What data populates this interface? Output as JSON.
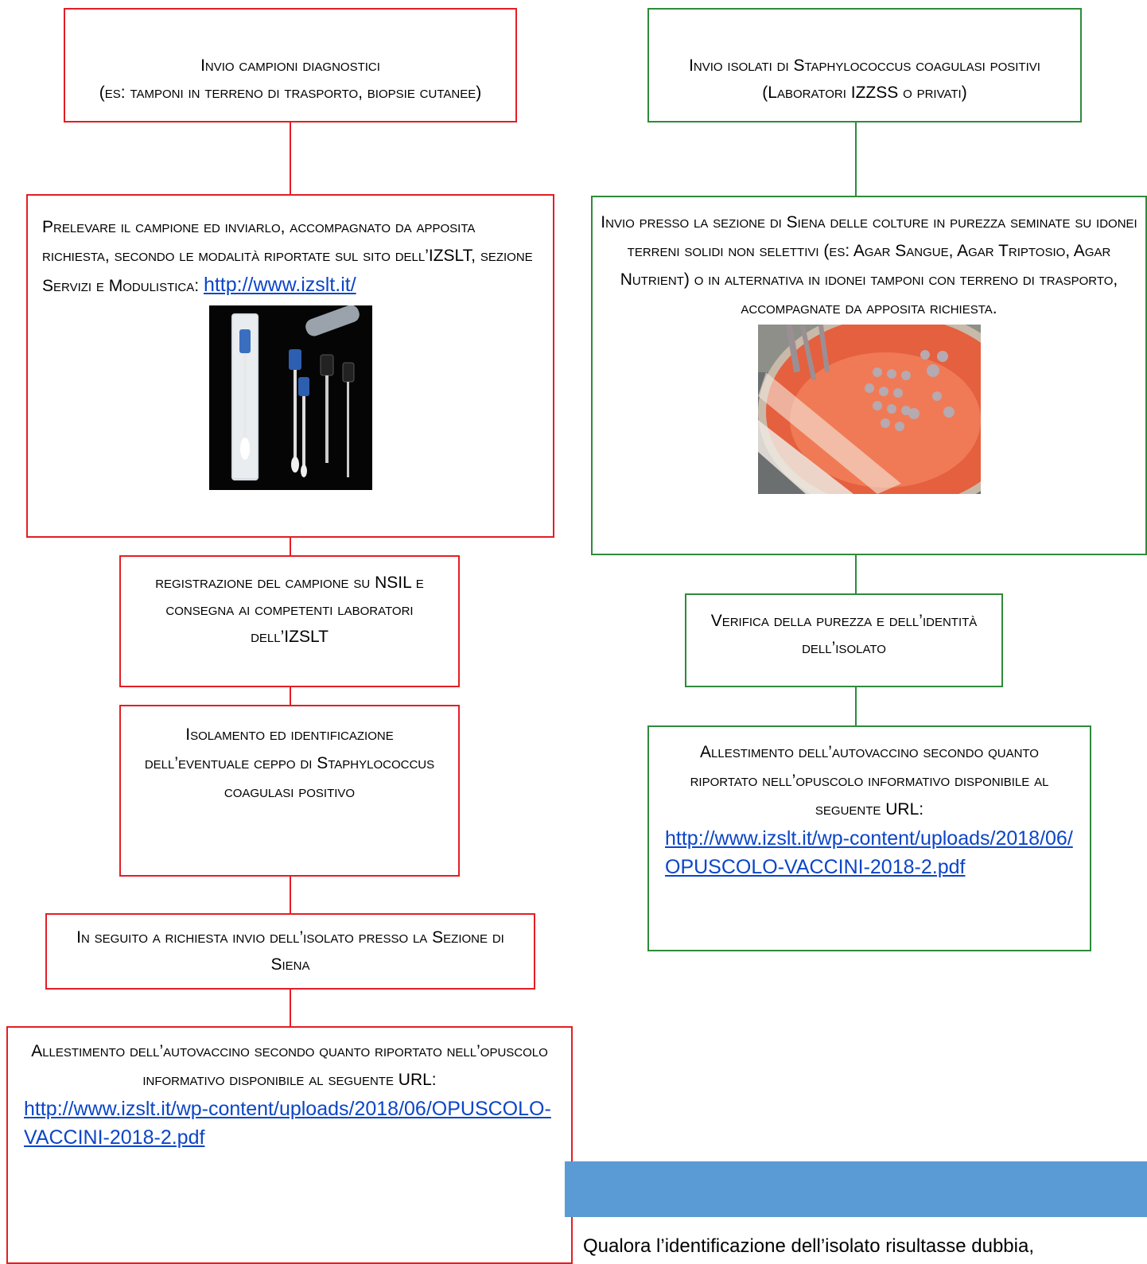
{
  "left": {
    "box1": {
      "text": "Invio campioni diagnostici\n(es: tamponi in terreno di trasporto, biopsie cutanee)"
    },
    "box2": {
      "text": "Prelevare il campione ed inviarlo, accompagnato da apposita richiesta, secondo le modalità riportate sul sito dell’IZSLT, sezione Servizi e Modulistica: ",
      "link": "http://www.izslt.it/"
    },
    "box3": {
      "text": "registrazione del campione su NSIL e consegna ai competenti laboratori dell’IZSLT"
    },
    "box4": {
      "text": "Isolamento ed identificazione dell’eventuale  ceppo di Staphylococcus coagulasi positivo"
    },
    "box5": {
      "text": "In seguito a richiesta  invio dell’isolato presso la Sezione di Siena"
    },
    "box6": {
      "text": "Allestimento dell’autovaccino secondo quanto riportato nell’opuscolo informativo disponibile al seguente URL:",
      "link": "http://www.izslt.it/wp-content/uploads/2018/06/OPUSCOLO-VACCINI-2018-2.pdf"
    }
  },
  "right": {
    "box1": {
      "text": "Invio isolati di Staphylococcus coagulasi positivi\n(Laboratori IZZSS o privati)"
    },
    "box2": {
      "text": "Invio presso la sezione di Siena delle colture in purezza seminate su idonei terreni solidi non selettivi (es: Agar Sangue, Agar Triptosio, Agar Nutrient) o in alternativa in idonei tamponi con terreno di trasporto, accompagnate da apposita richiesta."
    },
    "box3": {
      "text": "Verifica della purezza e dell’identità dell’isolato"
    },
    "box4": {
      "text": "Allestimento dell’autovaccino secondo quanto riportato  nell’opuscolo informativo disponibile al seguente URL:",
      "link": "http://www.izslt.it/wp-content/uploads/2018/06/OPUSCOLO-VACCINI-2018-2.pdf"
    }
  },
  "note": {
    "text": "Qualora l’identificazione dell’isolato risultasse dubbia,"
  },
  "colors": {
    "left_border": "#e31e24",
    "right_border": "#2e8b3a",
    "link": "#0b45c8",
    "bar": "#5b9bd5"
  }
}
